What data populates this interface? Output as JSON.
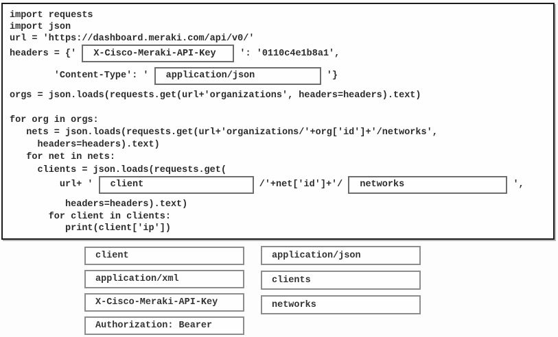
{
  "colors": {
    "panel_border": "#1c1c1c",
    "slot_border": "#6d6d6d",
    "option_border": "#8c8c8c",
    "text": "#2b2b2b",
    "background": "#fdfdfd"
  },
  "code": {
    "lines": {
      "l1": "import requests",
      "l2": "import json",
      "l3": "url = 'https://dashboard.meraki.com/api/v0/'",
      "l4_pre": "headers = {' ",
      "l4_slot": "X-Cisco-Meraki-API-Key",
      "l4_post": " ': '0110c4e1b8a1',",
      "l5_pre": "        'Content-Type': ' ",
      "l5_slot": "application/json",
      "l5_post": " '}",
      "l6": "orgs = json.loads(requests.get(url+'organizations', headers=headers).text)",
      "l7": "for org in orgs:",
      "l8": "   nets = json.loads(requests.get(url+'organizations/'+org['id']+'/networks',",
      "l9": "     headers=headers).text)",
      "l10": "   for net in nets:",
      "l11": "     clients = json.loads(requests.get(",
      "l12_pre": "         url+ ' ",
      "l12_slot1": "client",
      "l12_mid": " /'+net['id']+'/ ",
      "l12_slot2": "networks",
      "l12_post": " ',",
      "l13": "          headers=headers).text)",
      "l14": "       for client in clients:",
      "l15": "          print(client['ip'])"
    }
  },
  "options": {
    "left": [
      "client",
      "application/xml",
      "X-Cisco-Meraki-API-Key",
      "Authorization: Bearer"
    ],
    "right": [
      "application/json",
      "clients",
      "networks"
    ]
  }
}
